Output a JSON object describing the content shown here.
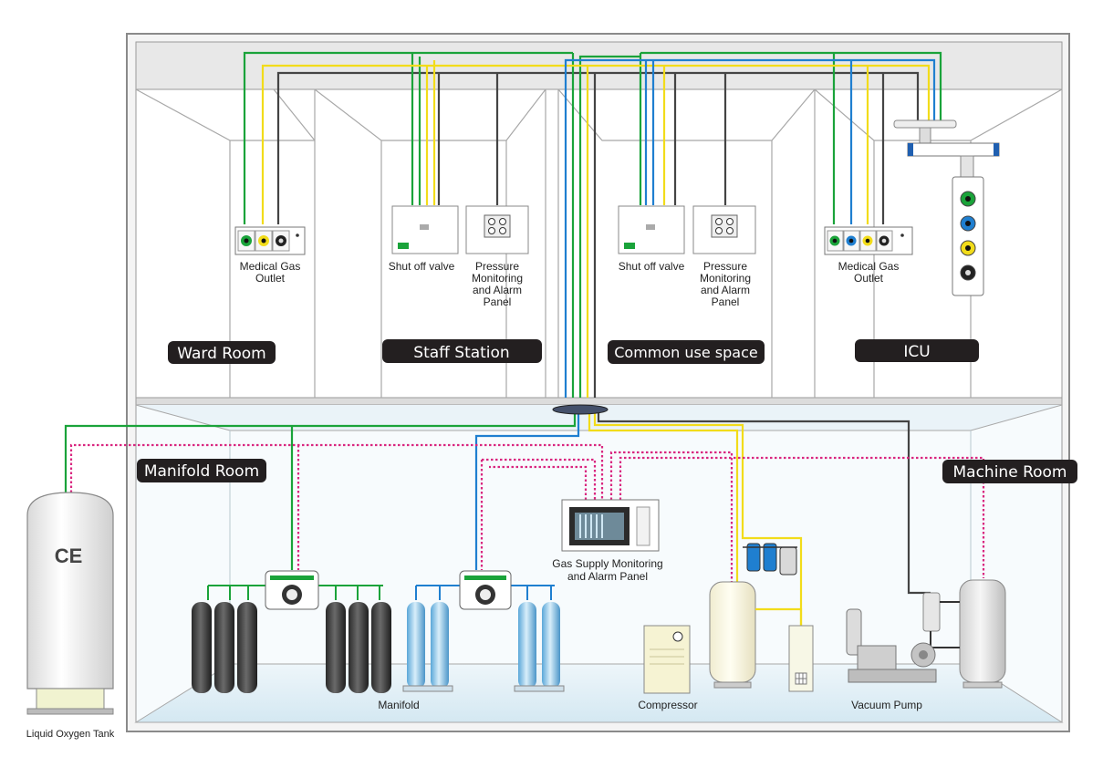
{
  "rooms": {
    "ward_room": "Ward Room",
    "staff_station": "Staff Station",
    "common_use_space": "Common use space",
    "icu": "ICU",
    "manifold_room": "Manifold Room",
    "machine_room": "Machine Room"
  },
  "equipment": {
    "medical_gas_outlet_line1": "Medical Gas",
    "medical_gas_outlet_line2": "Outlet",
    "shut_off_valve": "Shut off valve",
    "alarm_panel_line1": "Pressure",
    "alarm_panel_line2": "Monitoring",
    "alarm_panel_line3": "and Alarm",
    "alarm_panel_line4": "Panel",
    "gas_supply_line1": "Gas Supply Monitoring",
    "gas_supply_line2": "and Alarm Panel",
    "manifold": "Manifold",
    "compressor": "Compressor",
    "vacuum_pump": "Vacuum Pump",
    "liquid_oxygen_tank": "Liquid Oxygen Tank",
    "tank_mark": "CE"
  },
  "colors": {
    "oxygen": "#1aa33a",
    "air": "#f2dc1a",
    "nitrous": "#1f7fd0",
    "vacuum": "#333333",
    "signal": "#d9267f",
    "label_bg": "#231f20"
  }
}
